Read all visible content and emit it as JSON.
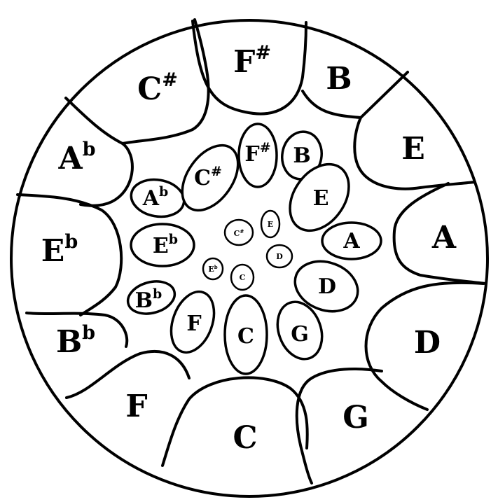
{
  "outer_ring": [
    {
      "name": "F",
      "acc": "#"
    },
    {
      "name": "B",
      "acc": ""
    },
    {
      "name": "E",
      "acc": ""
    },
    {
      "name": "A",
      "acc": ""
    },
    {
      "name": "D",
      "acc": ""
    },
    {
      "name": "G",
      "acc": ""
    },
    {
      "name": "C",
      "acc": ""
    },
    {
      "name": "F",
      "acc": ""
    },
    {
      "name": "B",
      "acc": "b"
    },
    {
      "name": "E",
      "acc": "b"
    },
    {
      "name": "A",
      "acc": "b"
    },
    {
      "name": "C",
      "acc": "#"
    }
  ],
  "middle_ring": [
    {
      "name": "F",
      "acc": "#"
    },
    {
      "name": "B",
      "acc": ""
    },
    {
      "name": "E",
      "acc": ""
    },
    {
      "name": "A",
      "acc": ""
    },
    {
      "name": "D",
      "acc": ""
    },
    {
      "name": "G",
      "acc": ""
    },
    {
      "name": "C",
      "acc": ""
    },
    {
      "name": "F",
      "acc": ""
    },
    {
      "name": "B",
      "acc": "b"
    },
    {
      "name": "E",
      "acc": "b"
    },
    {
      "name": "A",
      "acc": "b"
    },
    {
      "name": "C",
      "acc": "#"
    }
  ],
  "inner_ring": [
    {
      "name": "C",
      "acc": "#"
    },
    {
      "name": "E",
      "acc": ""
    },
    {
      "name": "D",
      "acc": ""
    },
    {
      "name": "C",
      "acc": ""
    },
    {
      "name": "E",
      "acc": "b"
    }
  ]
}
